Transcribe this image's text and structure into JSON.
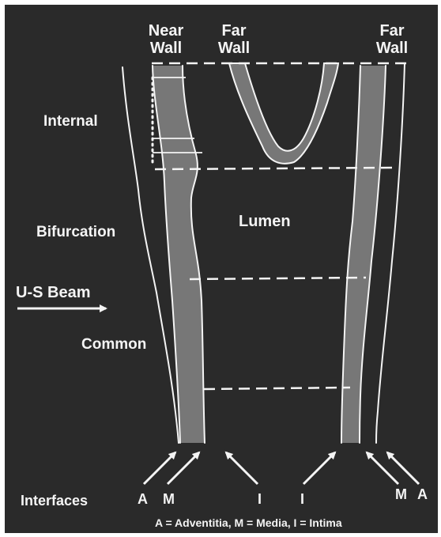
{
  "headers": {
    "near_wall": [
      "Near",
      "Wall"
    ],
    "far_wall_inner": [
      "Far",
      "Wall"
    ],
    "far_wall_outer": [
      "Far",
      "Wall"
    ]
  },
  "regions": {
    "internal": "Internal",
    "bifurcation": "Bifurcation",
    "common": "Common",
    "lumen": "Lumen"
  },
  "beam_label": "U-S Beam",
  "interfaces": {
    "title": "Interfaces",
    "markers": [
      "A",
      "M",
      "I",
      "I",
      "M",
      "A"
    ]
  },
  "legend": "A = Adventitia, M = Media, I = Intima",
  "colors": {
    "background": "#2a2a2a",
    "line": "#f4f4f4",
    "wall_shading": "#777777"
  }
}
